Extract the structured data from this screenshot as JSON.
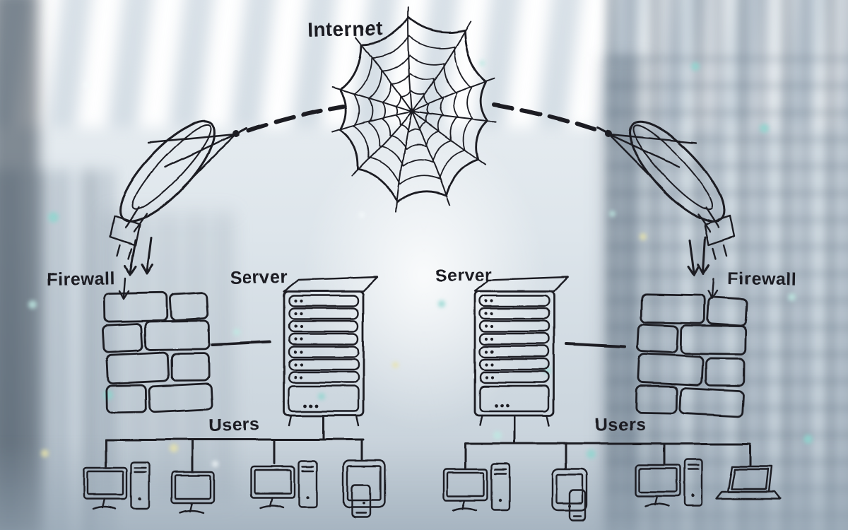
{
  "ink_color": "#1b1b24",
  "labels": {
    "internet": "Internet",
    "firewall_left": "Firewall",
    "server_left": "Server",
    "server_right": "Server",
    "firewall_right": "Firewall",
    "users_left": "Users",
    "users_right": "Users"
  },
  "topology": {
    "nodes": [
      {
        "id": "internet",
        "label": "Internet",
        "drawn_as": "spider-web"
      },
      {
        "id": "satellite-left",
        "label": "",
        "drawn_as": "satellite-dish"
      },
      {
        "id": "satellite-right",
        "label": "",
        "drawn_as": "satellite-dish"
      },
      {
        "id": "firewall-left",
        "label": "Firewall",
        "drawn_as": "brick-wall"
      },
      {
        "id": "server-left",
        "label": "Server",
        "drawn_as": "server-rack"
      },
      {
        "id": "server-right",
        "label": "Server",
        "drawn_as": "server-rack"
      },
      {
        "id": "firewall-right",
        "label": "Firewall",
        "drawn_as": "brick-wall"
      },
      {
        "id": "users-left",
        "label": "Users",
        "drawn_as": "4 client devices"
      },
      {
        "id": "users-right",
        "label": "Users",
        "drawn_as": "4 client devices"
      }
    ],
    "edges": [
      {
        "from": "internet",
        "to": "satellite-left",
        "style": "bold-dashed"
      },
      {
        "from": "internet",
        "to": "satellite-right",
        "style": "bold-dashed"
      },
      {
        "from": "satellite-left",
        "to": "firewall-left",
        "style": "down-arrows"
      },
      {
        "from": "satellite-right",
        "to": "firewall-right",
        "style": "down-arrows"
      },
      {
        "from": "firewall-left",
        "to": "server-left",
        "style": "solid"
      },
      {
        "from": "server-right",
        "to": "firewall-right",
        "style": "solid"
      },
      {
        "from": "server-left",
        "to": "users-left",
        "style": "solid-bus"
      },
      {
        "from": "server-right",
        "to": "users-right",
        "style": "solid-bus"
      }
    ]
  }
}
